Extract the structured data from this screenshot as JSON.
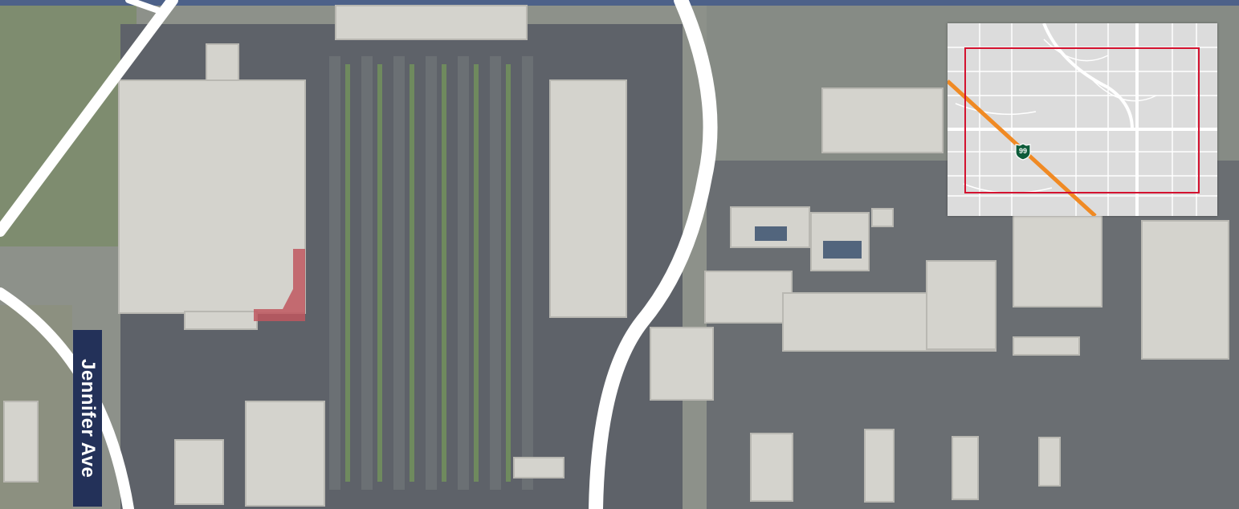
{
  "map": {
    "basemap": "aerial-imagery",
    "street_label": "Jennifer Ave",
    "colors": {
      "header_bar": "#4d6189",
      "label_bg": "#233159",
      "road_white": "#ffffff",
      "inset_border": "#d3122f",
      "highway_line": "#f08a24",
      "shield_fill": "#0e5c3a"
    }
  },
  "inset": {
    "highway_shield": "99",
    "shield_icon": "state-route-shield-icon"
  }
}
